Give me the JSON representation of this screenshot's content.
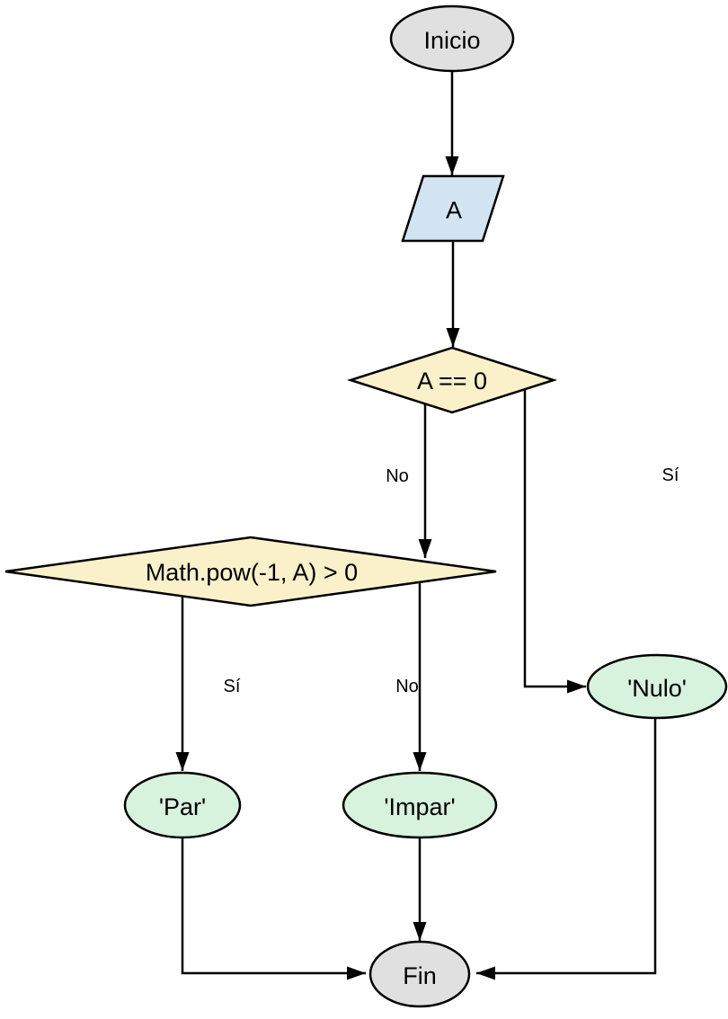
{
  "diagram": {
    "type": "flowchart",
    "language": "es",
    "nodes": {
      "inicio": {
        "label": "Inicio",
        "shape": "ellipse",
        "role": "terminator-start",
        "fill": "#e0e0e0"
      },
      "input_a": {
        "label": "A",
        "shape": "parallelogram",
        "role": "input",
        "fill": "#d3e5f2"
      },
      "check_zero": {
        "label": "A == 0",
        "shape": "diamond",
        "role": "decision",
        "fill": "#faf1cb"
      },
      "check_parity": {
        "label": "Math.pow(-1, A) > 0",
        "shape": "diamond",
        "role": "decision",
        "fill": "#faf1cb"
      },
      "nulo": {
        "label": "'Nulo'",
        "shape": "ellipse",
        "role": "result",
        "fill": "#d7f2dd"
      },
      "par": {
        "label": "'Par'",
        "shape": "ellipse",
        "role": "result",
        "fill": "#d7f2dd"
      },
      "impar": {
        "label": "'Impar'",
        "shape": "ellipse",
        "role": "result",
        "fill": "#d7f2dd"
      },
      "fin": {
        "label": "Fin",
        "shape": "ellipse",
        "role": "terminator-end",
        "fill": "#e0e0e0"
      }
    },
    "edges": [
      {
        "from": "inicio",
        "to": "input_a",
        "label": ""
      },
      {
        "from": "input_a",
        "to": "check_zero",
        "label": ""
      },
      {
        "from": "check_zero",
        "to": "check_parity",
        "label": "No"
      },
      {
        "from": "check_zero",
        "to": "nulo",
        "label": "Sí"
      },
      {
        "from": "check_parity",
        "to": "par",
        "label": "Sí"
      },
      {
        "from": "check_parity",
        "to": "impar",
        "label": "No"
      },
      {
        "from": "par",
        "to": "fin",
        "label": ""
      },
      {
        "from": "impar",
        "to": "fin",
        "label": ""
      },
      {
        "from": "nulo",
        "to": "fin",
        "label": ""
      }
    ],
    "colors": {
      "background": "#ffffff",
      "stroke": "#000000",
      "terminator_fill": "#e0e0e0",
      "input_fill": "#d3e5f2",
      "decision_fill": "#faf1cb",
      "result_fill": "#d7f2dd"
    }
  }
}
